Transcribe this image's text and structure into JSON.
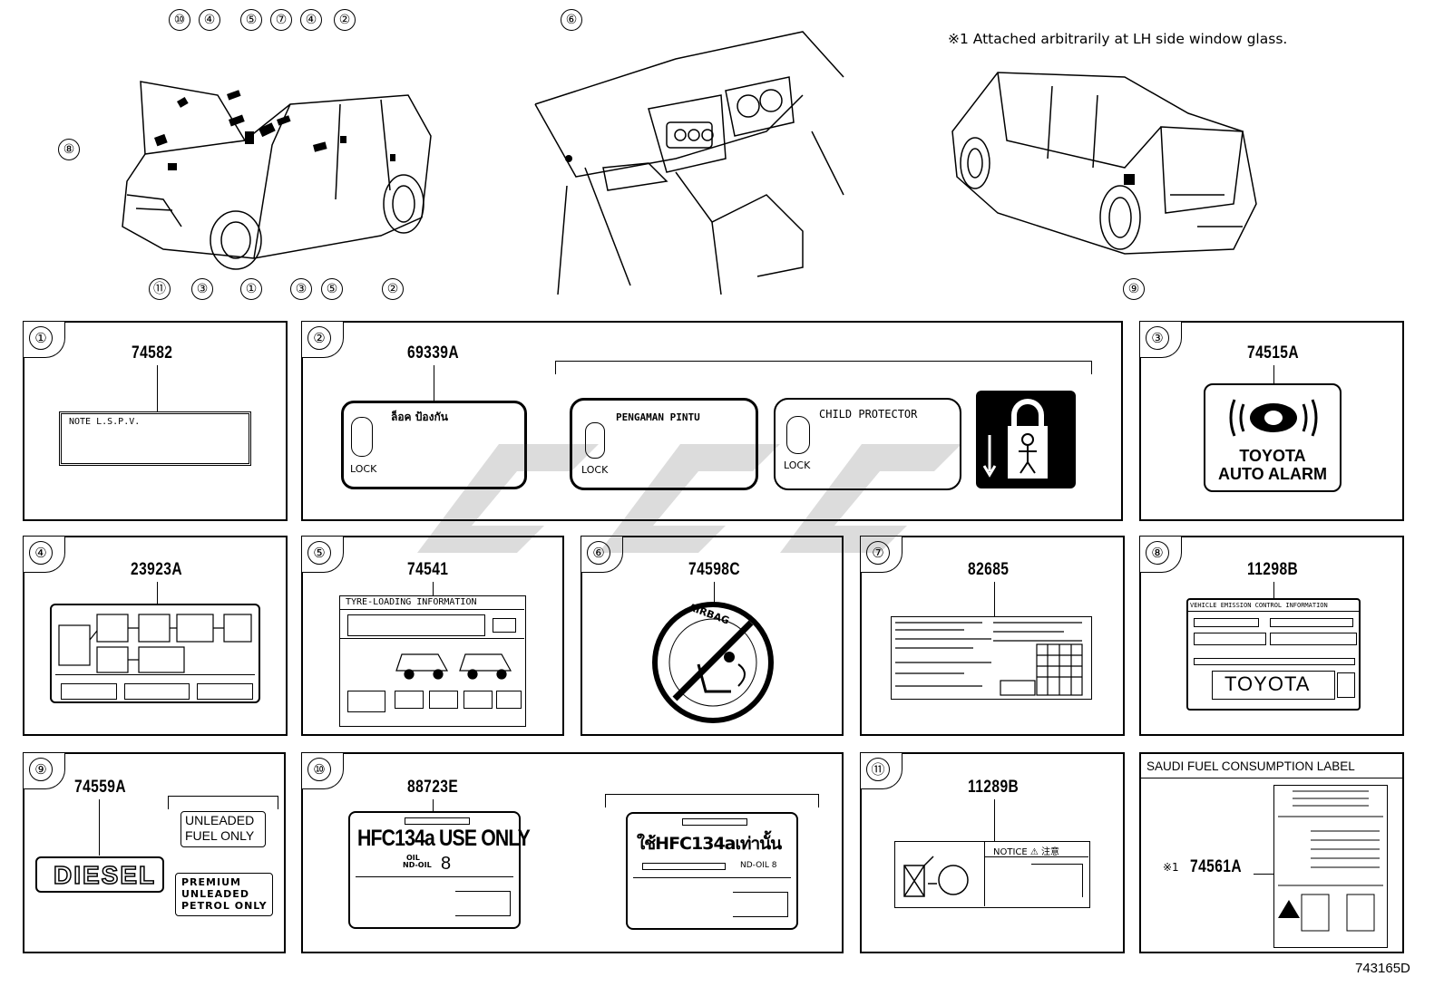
{
  "note_text": "※1  Attached arbitrarily at LH side window glass.",
  "diagram_id": "743165D",
  "callouts_top_left": [
    "⑩",
    "④",
    "⑤",
    "⑦",
    "④",
    "②",
    "⑧",
    "⑪",
    "③",
    "①",
    "③",
    "⑤",
    "②"
  ],
  "callout_dash": "⑥",
  "callout_rear": "⑨",
  "panels": {
    "p1": {
      "num": "①",
      "part": "74582",
      "label_text": "NOTE   L.S.P.V."
    },
    "p2": {
      "num": "②",
      "part": "69339A",
      "label_a": "ล็อค  ป้องกัน",
      "lock": "LOCK",
      "label_b": "PENGAMAN PINTU",
      "label_c": "CHILD PROTECTOR"
    },
    "p3": {
      "num": "③",
      "part": "74515A",
      "text1": "TOYOTA",
      "text2": "AUTO ALARM"
    },
    "p4": {
      "num": "④",
      "part": "23923A"
    },
    "p5": {
      "num": "⑤",
      "part": "74541",
      "title": "TYRE-LOADING INFORMATION"
    },
    "p6": {
      "num": "⑥",
      "part": "74598C",
      "text": "AIRBAG"
    },
    "p7": {
      "num": "⑦",
      "part": "82685"
    },
    "p8": {
      "num": "⑧",
      "part": "11298B",
      "title": "VEHICLE EMISSION CONTROL INFORMATION",
      "brand": "TOYOTA"
    },
    "p9": {
      "num": "⑨",
      "part": "74559A",
      "diesel": "DIESEL",
      "unleaded": "UNLEADED\nFUEL ONLY",
      "premium": "PREMIUM\nUNLEADED\nPETROL ONLY"
    },
    "p10": {
      "num": "⑩",
      "part": "88723E",
      "hfc": "HFC134a USE ONLY",
      "oil": "OIL",
      "ndoil": "ND-OIL",
      "eight": "8",
      "thai": "ใช้HFC134aเท่านั้น",
      "ndoil_b": "ND-OIL 8"
    },
    "p11": {
      "num": "⑪",
      "part": "11289B",
      "notice": "NOTICE  ⚠ 注意"
    },
    "p12": {
      "title": "SAUDI FUEL CONSUMPTION LABEL",
      "mark": "※1",
      "part": "74561A"
    }
  }
}
